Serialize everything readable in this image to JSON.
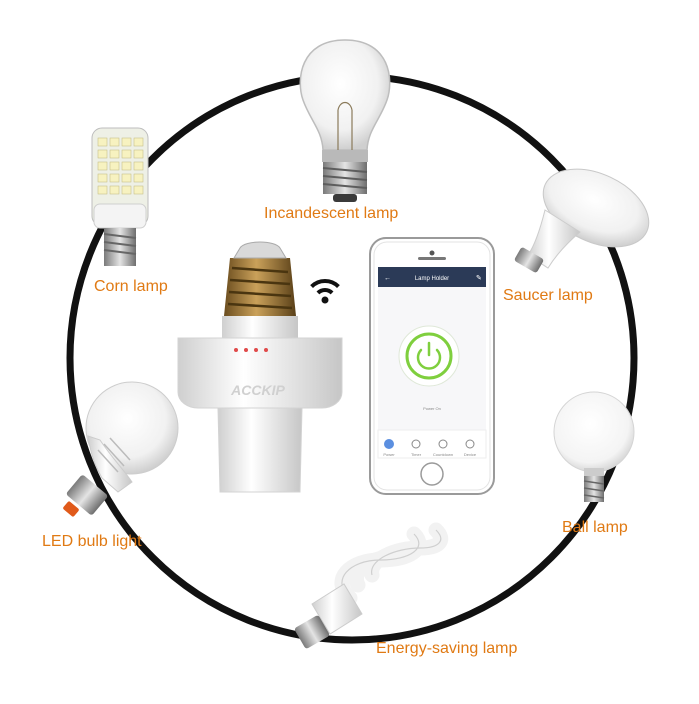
{
  "labels": {
    "incandescent": "Incandescent lamp",
    "corn": "Corn lamp",
    "saucer": "Saucer lamp",
    "led": "LED bulb light",
    "ball": "Ball lamp",
    "energy": "Energy-saving lamp"
  },
  "holder_brand": "ACCKIP",
  "phone": {
    "title": "Lamp Holder",
    "status": "Power On",
    "nav": [
      "Power",
      "Timer",
      "Countdown",
      "Device"
    ]
  },
  "colors": {
    "label": "#e07a14",
    "ring": "#111111",
    "app_header": "#2b3a57",
    "power_ring": "#7fcf3e"
  }
}
